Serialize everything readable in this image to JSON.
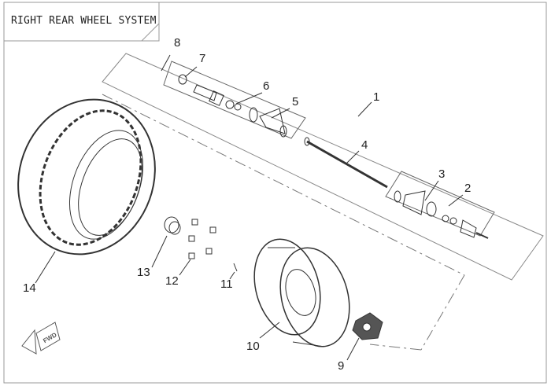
{
  "title": "RIGHT REAR WHEEL SYSTEM",
  "fwd_marker": "FWD",
  "callouts": {
    "c1": "1",
    "c2": "2",
    "c3": "3",
    "c4": "4",
    "c5": "5",
    "c6": "6",
    "c7": "7",
    "c8": "8",
    "c9": "9",
    "c10": "10",
    "c11": "11",
    "c12": "12",
    "c13": "13",
    "c14": "14"
  }
}
